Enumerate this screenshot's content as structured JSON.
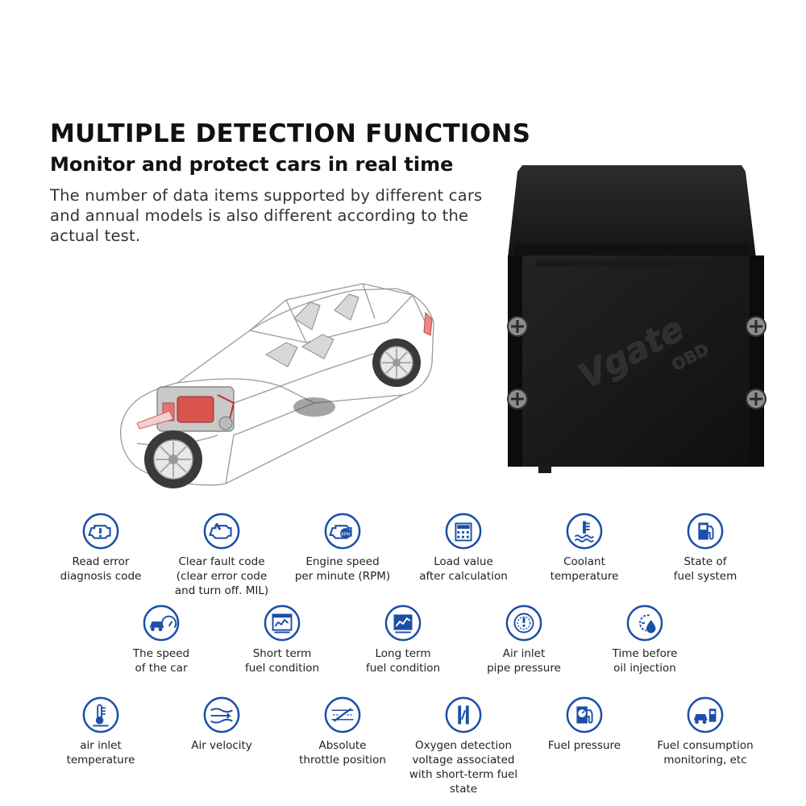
{
  "header": {
    "title": "MULTIPLE DETECTION FUNCTIONS",
    "subtitle": "Monitor and protect cars in real time",
    "description": "The number of data items supported by different cars and annual models is also different according to the actual test."
  },
  "device": {
    "brand": "Vgate",
    "model_text": "OBD"
  },
  "colors": {
    "accent": "#1b4fa8",
    "text": "#222222",
    "device": "#1c1c1c"
  },
  "features": [
    {
      "icon": "engine-warning-icon",
      "label": "Read error\ndiagnosis code"
    },
    {
      "icon": "engine-clear-icon",
      "label": "Clear fault code\n(clear error code\nand turn off. MIL)"
    },
    {
      "icon": "engine-rpm-icon",
      "label": "Engine speed\nper minute (RPM)"
    },
    {
      "icon": "calculator-icon",
      "label": "Load value\nafter calculation"
    },
    {
      "icon": "coolant-temperature-icon",
      "label": "Coolant\ntemperature"
    },
    {
      "icon": "fuel-pump-icon",
      "label": "State of\nfuel system"
    },
    {
      "icon": "speedometer-icon",
      "label": "The speed\nof the car"
    },
    {
      "icon": "short-term-fuel-icon",
      "label": "Short term\nfuel condition"
    },
    {
      "icon": "long-term-fuel-icon",
      "label": "Long term\nfuel condition"
    },
    {
      "icon": "pressure-gauge-icon",
      "label": "Air inlet\npipe pressure"
    },
    {
      "icon": "oil-timer-icon",
      "label": "Time before\noil injection"
    },
    {
      "icon": "thermometer-icon",
      "label": "air inlet\ntemperature"
    },
    {
      "icon": "air-velocity-icon",
      "label": "Air velocity"
    },
    {
      "icon": "throttle-icon",
      "label": "Absolute\nthrottle position"
    },
    {
      "icon": "oxygen-sensor-icon",
      "label": "Oxygen detection\nvoltage associated\nwith short-term fuel state"
    },
    {
      "icon": "fuel-pressure-icon",
      "label": "Fuel pressure"
    },
    {
      "icon": "fuel-consumption-icon",
      "label": "Fuel consumption\nmonitoring, etc"
    }
  ]
}
